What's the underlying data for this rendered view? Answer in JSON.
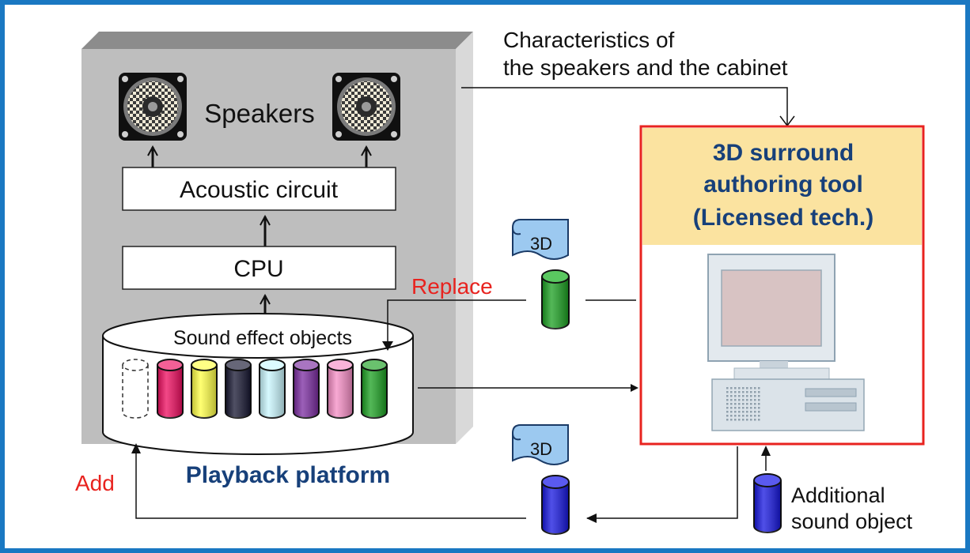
{
  "speakers_label": "Speakers",
  "acoustic_circuit_label": "Acoustic circuit",
  "cpu_label": "CPU",
  "sound_effect_objects_label": "Sound effect objects",
  "playback_platform_label": "Playback platform",
  "characteristics_label": {
    "line1": "Characteristics of",
    "line2": "the speakers and the cabinet"
  },
  "tool": {
    "title_line1": "3D surround",
    "title_line2": "authoring tool",
    "title_line3": "(Licensed tech.)"
  },
  "replace_label": "Replace",
  "add_label": "Add",
  "tag_3d": "3D",
  "additional_object_label": {
    "line1": "Additional",
    "line2": "sound object"
  },
  "colors": {
    "frame": "#1a78c2",
    "accent_red": "#e8231f",
    "title_navy": "#17407a",
    "tool_header": "#fbe3a0",
    "object_green": "#1aa020",
    "object_blue": "#1515e0",
    "tag_fill": "#9cc9f0"
  },
  "object_colors": [
    "#ee0a5e",
    "#ffff44",
    "#151530",
    "#c9f7ff",
    "#7a2aa0",
    "#f58cc4",
    "#1aa020"
  ]
}
